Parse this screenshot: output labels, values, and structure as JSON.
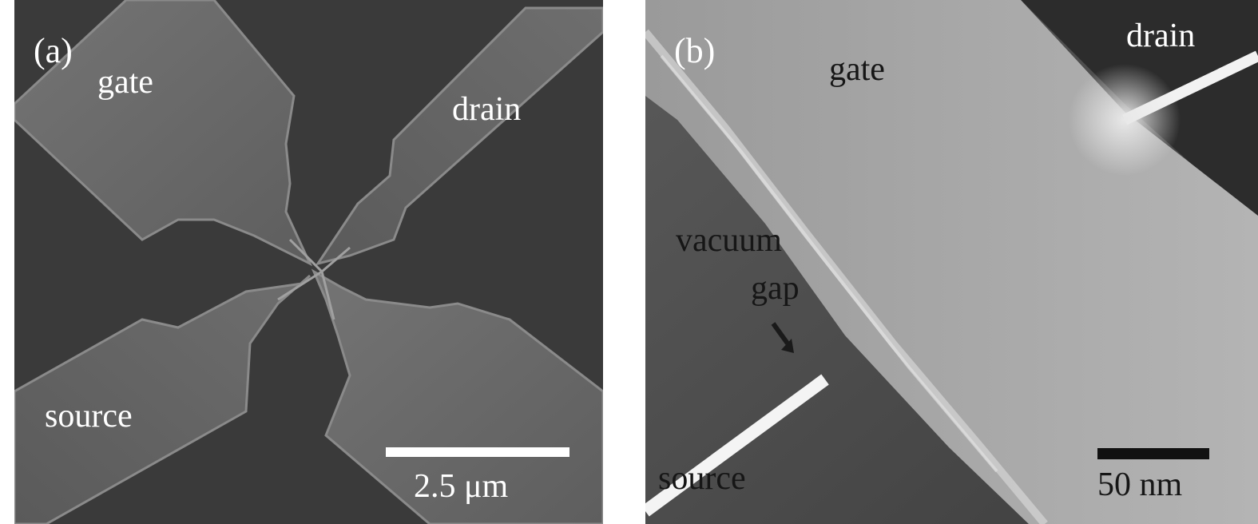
{
  "panels": {
    "a": {
      "tag": "(a)",
      "gate": "gate",
      "drain": "drain",
      "source": "source",
      "scale_label": "2.5 μm"
    },
    "b": {
      "tag": "(b)",
      "gate": "gate",
      "drain": "drain",
      "vacuum": "vacuum",
      "gap": "gap",
      "source": "source",
      "scale_label": "50 nm"
    }
  },
  "colors": {
    "background_a": "#3a3a3a",
    "electrode_a": "#6b6b6b",
    "background_b": "#4a4a4a",
    "gate_b": "#a6a6a6",
    "label_light": "#ffffff",
    "label_dark": "#161616"
  }
}
